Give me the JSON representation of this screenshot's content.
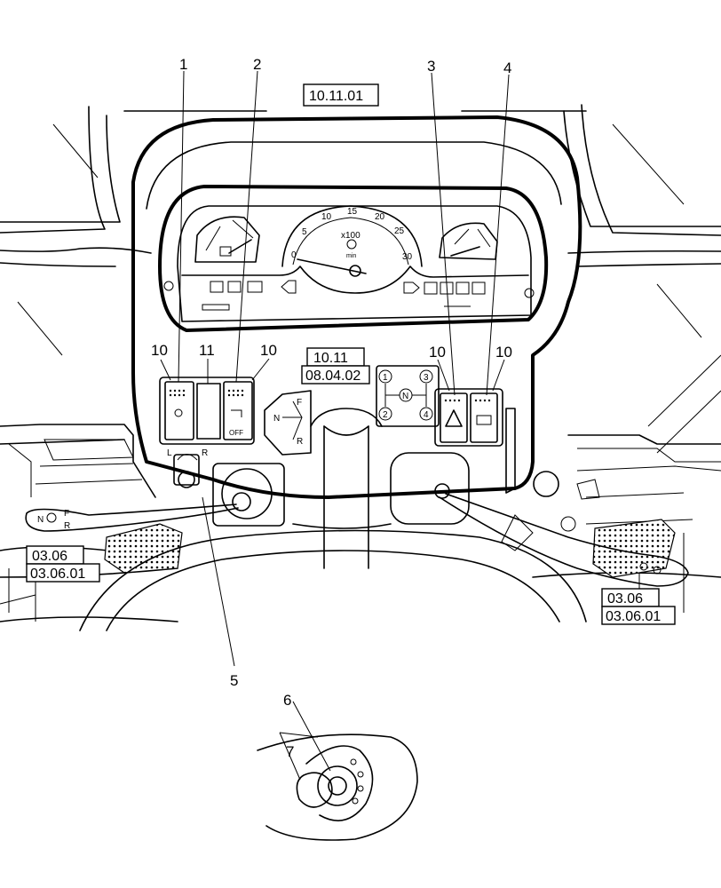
{
  "callouts": {
    "c1": "1",
    "c2": "2",
    "c3": "3",
    "c4": "4",
    "c5": "5",
    "c6": "6",
    "c7": "7",
    "c10a": "10",
    "c10b": "10",
    "c10c": "10",
    "c10d": "10",
    "c11": "11"
  },
  "refs": {
    "top": "10.11.01",
    "center_a": "10.11",
    "center_b": "08.04.02",
    "left_a": "03.06",
    "left_b": "03.06.01",
    "right_a": "03.06",
    "right_b": "03.06.01"
  },
  "dial": {
    "t0": "0",
    "t5": "5",
    "t10": "10",
    "t15": "15",
    "t20": "20",
    "t25": "25",
    "t30": "30",
    "mult": "x100",
    "unit": "min"
  },
  "gear_pattern": {
    "g1": "1",
    "g2": "2",
    "g3": "3",
    "g4": "4",
    "n": "N"
  },
  "shuttle": {
    "f": "F",
    "n": "N",
    "r": "R"
  },
  "lr": {
    "l": "L",
    "r": "R"
  },
  "switch_off": "OFF"
}
